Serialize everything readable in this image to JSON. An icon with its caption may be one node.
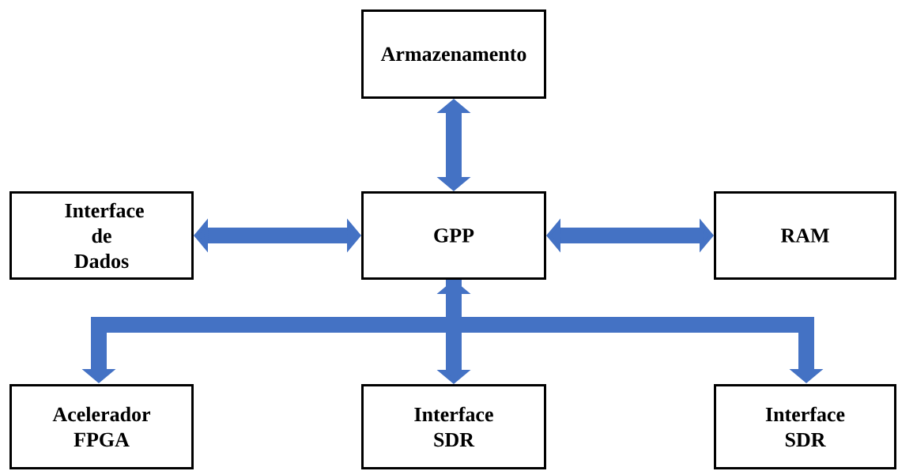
{
  "diagram": {
    "nodes": [
      {
        "text": [
          "Armazenamento"
        ]
      },
      {
        "text": [
          "Interface de Dados"
        ]
      },
      {
        "text": [
          "GPP"
        ]
      },
      {
        "text": [
          "RAM"
        ]
      },
      {
        "text": [
          "Acelerador FPGA"
        ]
      },
      {
        "text": [
          "Interface SDR"
        ]
      },
      {
        "text": [
          "Interface SDR"
        ]
      }
    ],
    "edges": [
      {
        "from": 0,
        "to": 2,
        "arrow": "both"
      },
      {
        "from": 1,
        "to": 2,
        "arrow": "both"
      },
      {
        "from": 2,
        "to": 3,
        "arrow": "both"
      },
      {
        "from": 2,
        "to": 4,
        "arrow": "to"
      },
      {
        "from": 2,
        "to": 5,
        "arrow": "both"
      },
      {
        "from": 2,
        "to": 6,
        "arrow": "to"
      }
    ]
  }
}
